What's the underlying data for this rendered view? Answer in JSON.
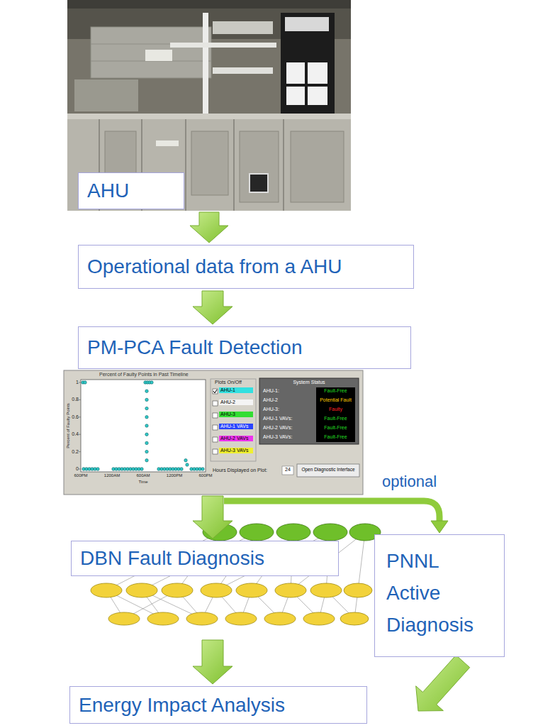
{
  "diagram": {
    "nodes": [
      {
        "text": [
          "AHU"
        ]
      },
      {
        "text": [
          "Operational data from a AHU"
        ]
      },
      {
        "text": [
          "PM-PCA Fault Detection"
        ]
      },
      {
        "text": [
          "DBN Fault Diagnosis"
        ]
      },
      {
        "text": [
          "PNNL Active Diagnosis"
        ]
      },
      {
        "text": [
          "Energy Impact Analysis"
        ]
      }
    ],
    "edges": [
      {
        "from": 0,
        "to": 1,
        "arrow": "to"
      },
      {
        "from": 1,
        "to": 2,
        "arrow": "to"
      },
      {
        "from": 2,
        "to": 3,
        "arrow": "to"
      },
      {
        "from": 2,
        "to": 4,
        "arrow": "to",
        "label": "optional"
      },
      {
        "from": 3,
        "to": 5,
        "arrow": "to"
      },
      {
        "from": 4,
        "to": 5,
        "arrow": "to"
      }
    ],
    "labels": [
      "Percent of Faulty Points in Past Timeline",
      "1",
      "0.8",
      "0.6",
      "0.4",
      "0.2",
      "0",
      "Percent of Faulty Points",
      "600PM",
      "1200AM",
      "600AM",
      "1200PM",
      "600PM",
      "Time",
      "Plots On/Off",
      "AHU-1",
      "AHU-2",
      "AHU-3",
      "AHU-1 VAVs",
      "AHU-2 VAVs",
      "AHU-3 VAVs",
      "System Status",
      "AHU-1:",
      "Fault-Free",
      "AHU-2",
      "Potential Fault",
      "AHU-3:",
      "Faulty",
      "AHU-1 VAVs:",
      "Fault-Free",
      "AHU-2 VAVs:",
      "Fault-Free",
      "AHU-3 VAVs:",
      "Fault-Free",
      "Hours Displayed on Plot:",
      "24",
      "Open Diagnostic Interface"
    ]
  }
}
